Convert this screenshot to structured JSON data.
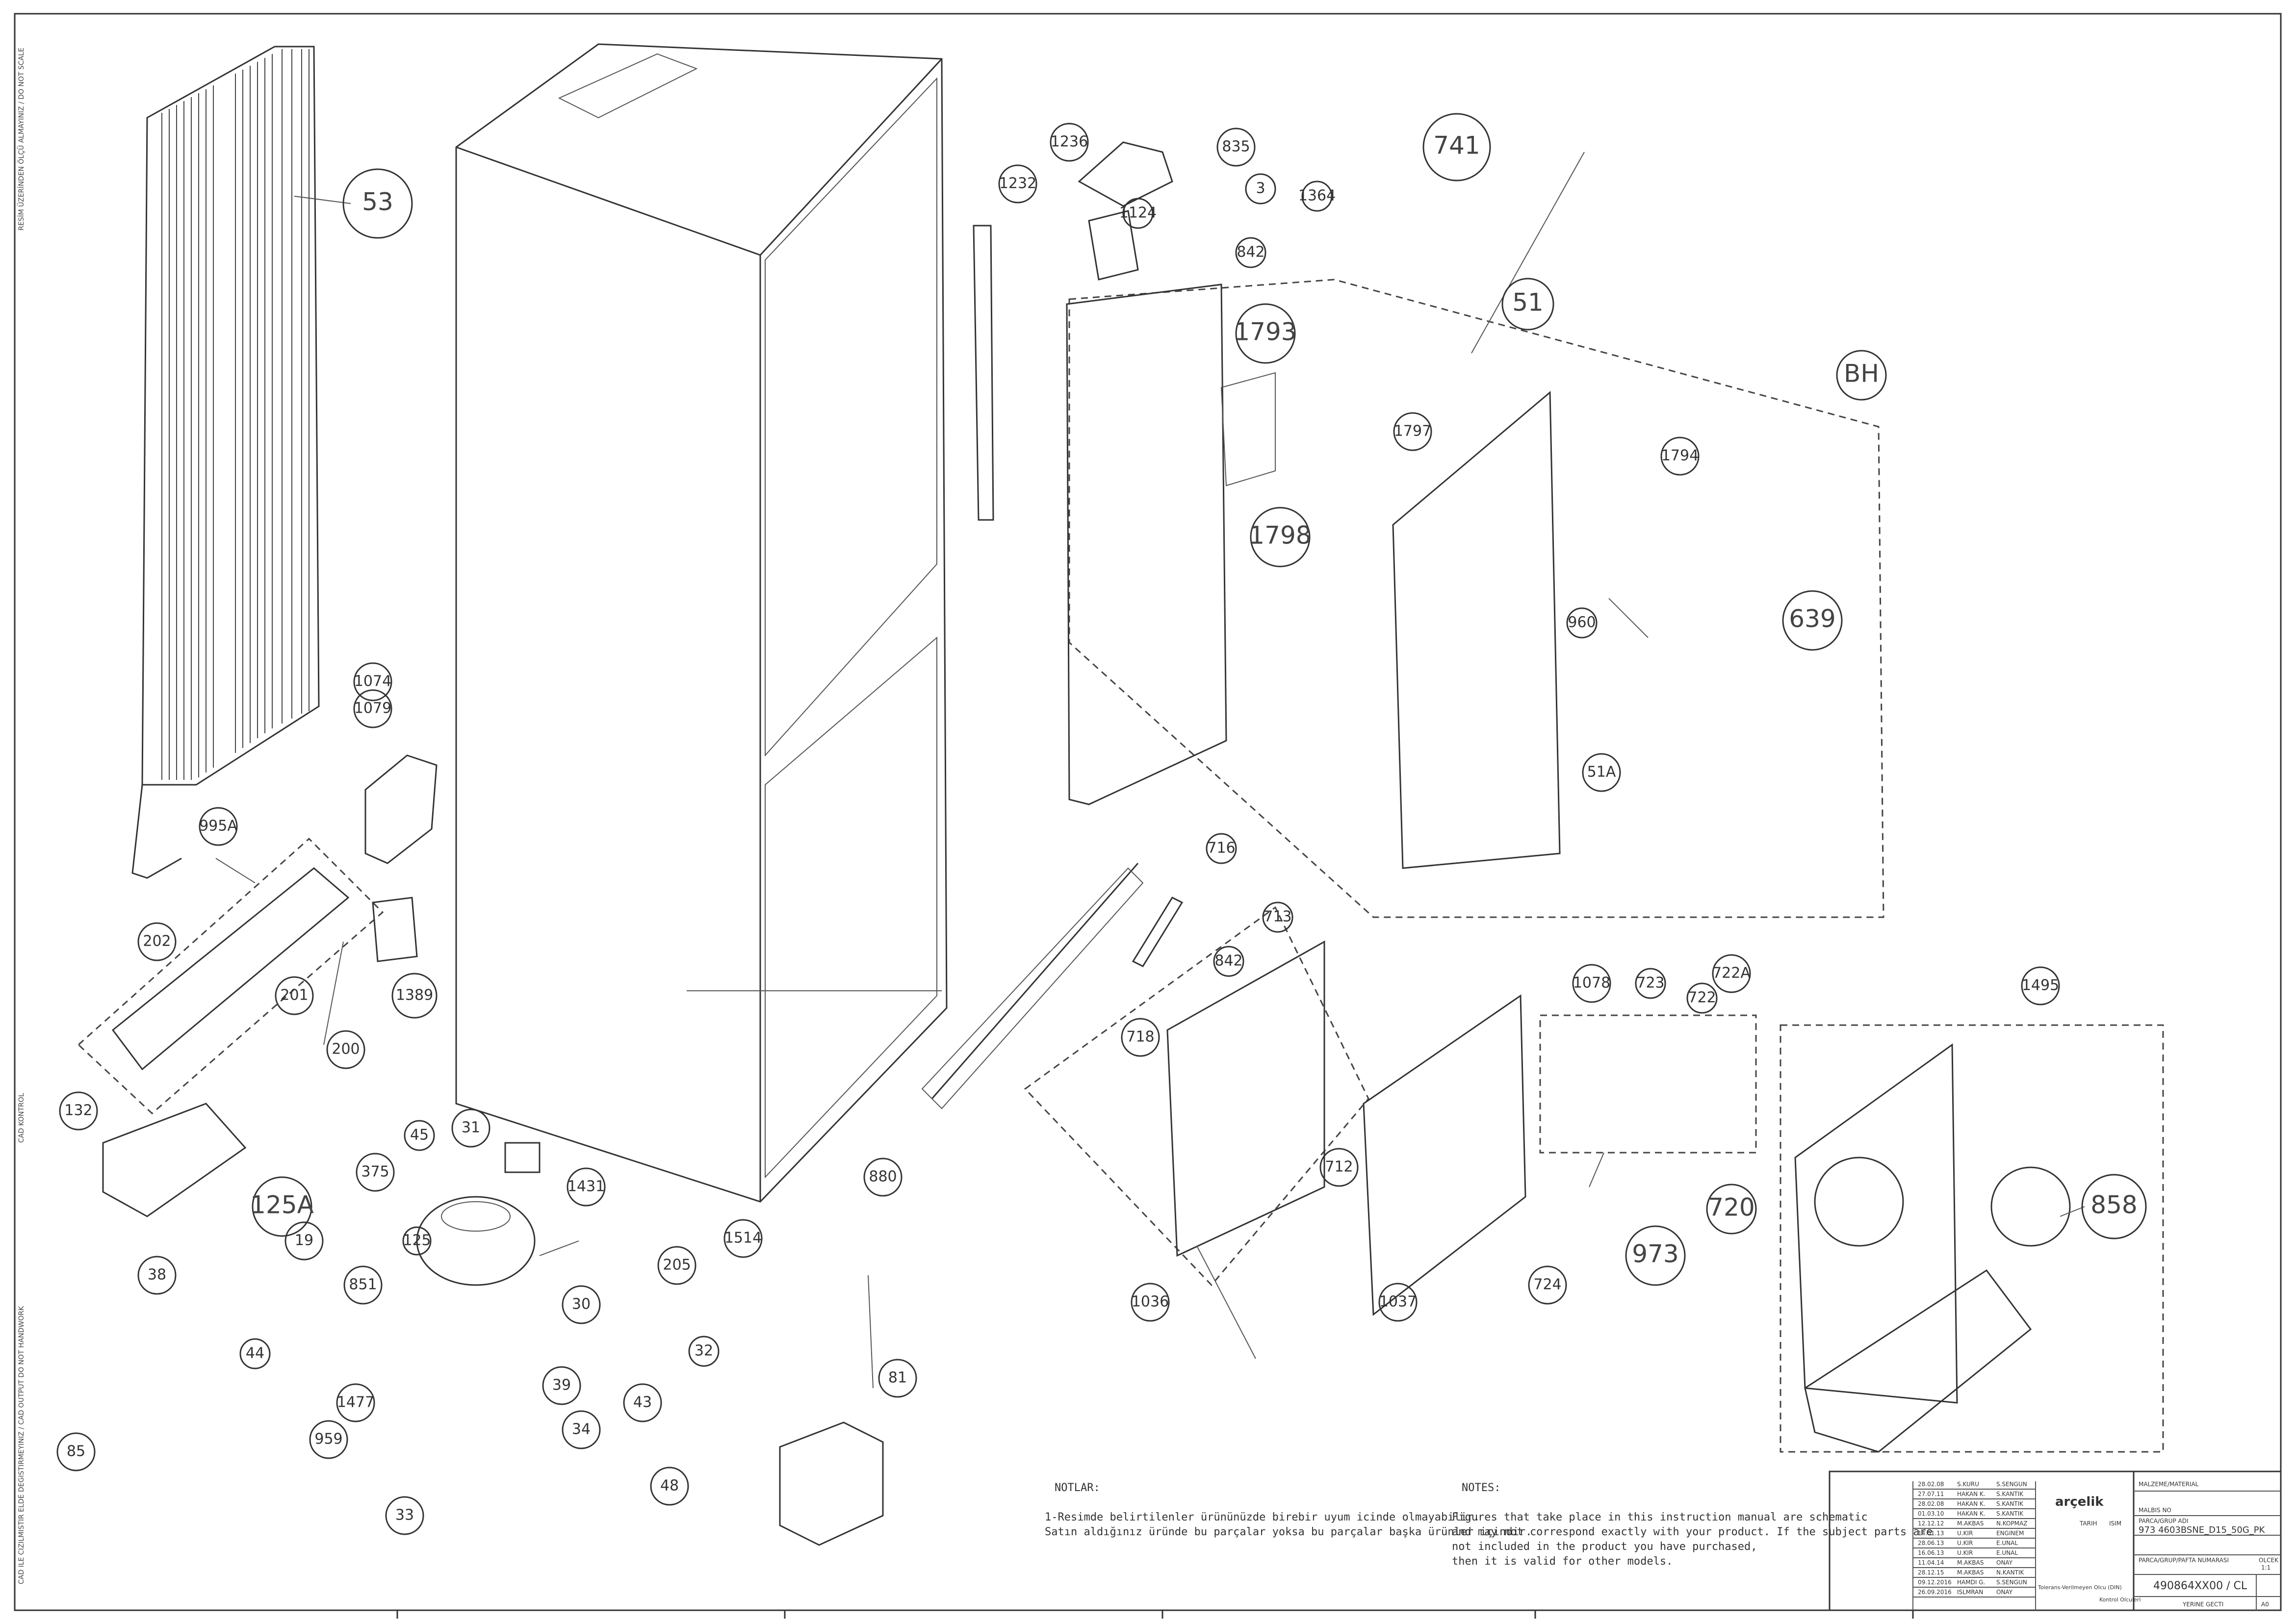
{
  "side_texts": [
    "RESİM ÜZERİNDEN ÖLÇÜ ALMAYINIZ / DO NOT SCALE",
    "CAD ILE CIZILMISTIR ELDE DEGISTIRMEYINIZ / CAD OUTPUT DO NOT HANDWORK",
    "CAD KONTROL"
  ],
  "callouts": [
    {
      "label": "53"
    },
    {
      "label": "1074"
    },
    {
      "label": "1079"
    },
    {
      "label": "995A"
    },
    {
      "label": "202"
    },
    {
      "label": "201"
    },
    {
      "label": "200"
    },
    {
      "label": "1389"
    },
    {
      "label": "132"
    },
    {
      "label": "38"
    },
    {
      "label": "125A"
    },
    {
      "label": "19"
    },
    {
      "label": "125"
    },
    {
      "label": "375"
    },
    {
      "label": "45"
    },
    {
      "label": "31"
    },
    {
      "label": "1431"
    },
    {
      "label": "851"
    },
    {
      "label": "30"
    },
    {
      "label": "44"
    },
    {
      "label": "1477"
    },
    {
      "label": "39"
    },
    {
      "label": "959"
    },
    {
      "label": "85"
    },
    {
      "label": "34"
    },
    {
      "label": "43"
    },
    {
      "label": "33"
    },
    {
      "label": "205"
    },
    {
      "label": "32"
    },
    {
      "label": "1514"
    },
    {
      "label": "48"
    },
    {
      "label": "81"
    },
    {
      "label": "880"
    },
    {
      "label": "1232"
    },
    {
      "label": "1236"
    },
    {
      "label": "835"
    },
    {
      "label": "3"
    },
    {
      "label": "1364"
    },
    {
      "label": "1124"
    },
    {
      "label": "842"
    },
    {
      "label": "741"
    },
    {
      "label": "1793"
    },
    {
      "label": "1798"
    },
    {
      "label": "1797"
    },
    {
      "label": "51"
    },
    {
      "label": "BH"
    },
    {
      "label": "1794"
    },
    {
      "label": "960"
    },
    {
      "label": "639"
    },
    {
      "label": "51A"
    },
    {
      "label": "716"
    },
    {
      "label": "713"
    },
    {
      "label": "842"
    },
    {
      "label": "718"
    },
    {
      "label": "712"
    },
    {
      "label": "1036"
    },
    {
      "label": "1078"
    },
    {
      "label": "723"
    },
    {
      "label": "722A"
    },
    {
      "label": "722"
    },
    {
      "label": "720"
    },
    {
      "label": "1037"
    },
    {
      "label": "724"
    },
    {
      "label": "973"
    },
    {
      "label": "1495"
    },
    {
      "label": "858"
    }
  ],
  "notes_tr": {
    "title": "NOTLAR:",
    "lines": [
      "1-Resimde belirtilenler ürününüzde birebir   uyum icinde olmayabilir.",
      "Satın aldığınız üründe bu parçalar yoksa bu parçalar başka ürünler içindir."
    ]
  },
  "notes_en": {
    "title": "NOTES:",
    "lines": [
      "Figures that take place in this instruction manual are schematic",
      "and may not correspond exactly with your product. If the subject parts are",
      "not included in the product you have purchased,",
      "then it is valid for other models."
    ]
  },
  "title_block": {
    "brand": "arçelik",
    "material_label": "MALZEME/MATERIAL",
    "partno_label": "MALBIS NO",
    "part_name_label": "PARCA/GRUP ADI",
    "part_name": "973 4603BSNE_D15_50G_PK",
    "drawing_label": "PARCA/GRUP/PAFTA NUMARASI",
    "drawing_number": "490864XX00 / CL",
    "sheet_label": "OLCEK",
    "scale": "1:1",
    "size": "A0",
    "sheet": "YERINE GECTI",
    "tarih": "TARIH",
    "isim": "ISIM",
    "tolerans": "Tolerans-Verilmeyen Olcu (DIN)",
    "kontrol": "Kontrol Olculeri",
    "rev_rows": [
      [
        "28.02.08",
        "S.KURU",
        "S.SENGUN"
      ],
      [
        "27.07.11",
        "HAKAN K.",
        "S.KANTIK"
      ],
      [
        "28.02.08",
        "HAKAN K.",
        "S.KANTIK"
      ],
      [
        "01.03.10",
        "HAKAN K.",
        "S.KANTIK"
      ],
      [
        "12.12.12",
        "M.AKBAS",
        "N.KOPMAZ"
      ],
      [
        "14.01.13",
        "U.KIR",
        "ENGINEM"
      ],
      [
        "28.06.13",
        "U.KIR",
        "E.UNAL"
      ],
      [
        "16.06.13",
        "U.KIR",
        "E.UNAL"
      ],
      [
        "11.04.14",
        "M.AKBAS",
        "ONAY"
      ],
      [
        "28.12.15",
        "M.AKBAS",
        "N.KANTIK"
      ],
      [
        "09.12.2016",
        "HAMDI G.",
        "S.SENGUN"
      ],
      [
        "26.09.2016",
        "ISLMRAN",
        "ONAY"
      ]
    ]
  }
}
